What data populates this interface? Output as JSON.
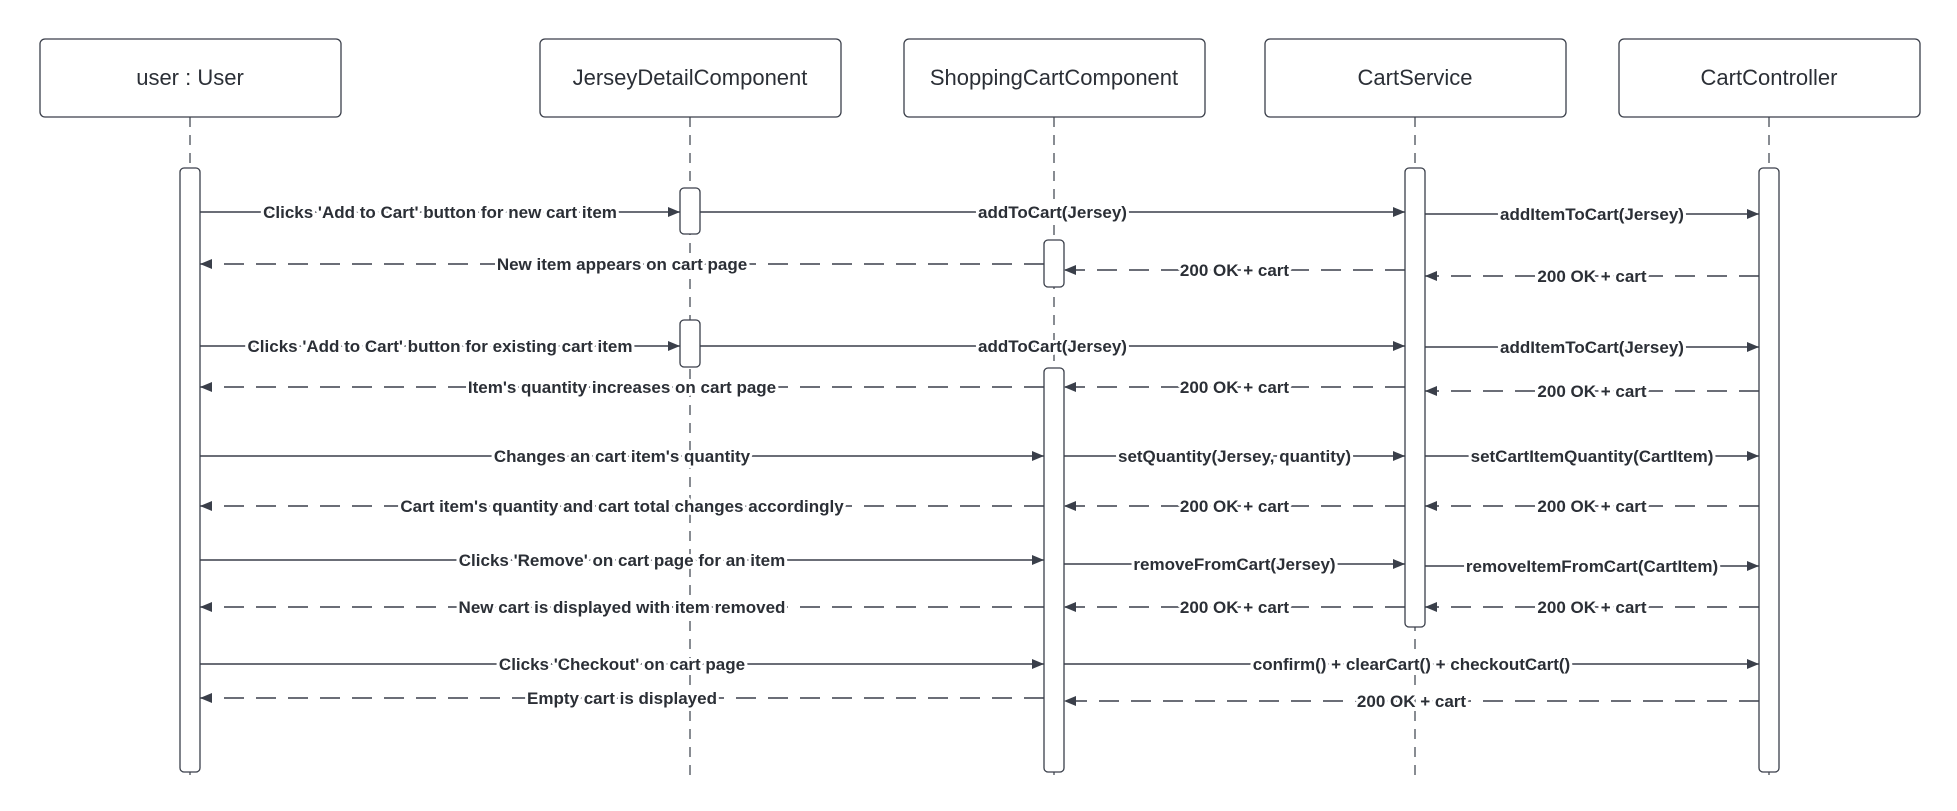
{
  "colors": {
    "line": "#3a3f4a",
    "text": "#2b2f36",
    "box_fill": "#ffffff",
    "background": "#ffffff"
  },
  "participants": [
    {
      "name": "user : User"
    },
    {
      "name": "JerseyDetailComponent"
    },
    {
      "name": "ShoppingCartComponent"
    },
    {
      "name": "CartService"
    },
    {
      "name": "CartController"
    }
  ],
  "messages": [
    {
      "from": 0,
      "to": 1,
      "label": "Clicks 'Add to Cart' button for new cart item",
      "kind": "call"
    },
    {
      "from": 1,
      "to": 3,
      "label": "addToCart(Jersey)",
      "kind": "call"
    },
    {
      "from": 3,
      "to": 4,
      "label": "addItemToCart(Jersey)",
      "kind": "call"
    },
    {
      "from": 4,
      "to": 3,
      "label": "200 OK + cart",
      "kind": "return"
    },
    {
      "from": 3,
      "to": 2,
      "label": "200 OK + cart",
      "kind": "return"
    },
    {
      "from": 2,
      "to": 0,
      "label": "New item appears on cart page",
      "kind": "return"
    },
    {
      "from": 0,
      "to": 1,
      "label": "Clicks 'Add to Cart' button for existing cart item",
      "kind": "call"
    },
    {
      "from": 1,
      "to": 3,
      "label": "addToCart(Jersey)",
      "kind": "call"
    },
    {
      "from": 3,
      "to": 4,
      "label": "addItemToCart(Jersey)",
      "kind": "call"
    },
    {
      "from": 4,
      "to": 3,
      "label": "200 OK + cart",
      "kind": "return"
    },
    {
      "from": 3,
      "to": 2,
      "label": "200 OK + cart",
      "kind": "return"
    },
    {
      "from": 2,
      "to": 0,
      "label": "Item's quantity increases on cart page",
      "kind": "return"
    },
    {
      "from": 0,
      "to": 2,
      "label": "Changes an cart item's quantity",
      "kind": "call"
    },
    {
      "from": 2,
      "to": 3,
      "label": "setQuantity(Jersey, quantity)",
      "kind": "call"
    },
    {
      "from": 3,
      "to": 4,
      "label": "setCartItemQuantity(CartItem)",
      "kind": "call"
    },
    {
      "from": 4,
      "to": 3,
      "label": "200 OK + cart",
      "kind": "return"
    },
    {
      "from": 3,
      "to": 2,
      "label": "200 OK + cart",
      "kind": "return"
    },
    {
      "from": 2,
      "to": 0,
      "label": "Cart item's quantity and cart total changes accordingly",
      "kind": "return"
    },
    {
      "from": 0,
      "to": 2,
      "label": "Clicks 'Remove' on cart page for an item",
      "kind": "call"
    },
    {
      "from": 2,
      "to": 3,
      "label": "removeFromCart(Jersey)",
      "kind": "call"
    },
    {
      "from": 3,
      "to": 4,
      "label": "removeItemFromCart(CartItem)",
      "kind": "call"
    },
    {
      "from": 4,
      "to": 3,
      "label": "200 OK + cart",
      "kind": "return"
    },
    {
      "from": 3,
      "to": 2,
      "label": "200 OK + cart",
      "kind": "return"
    },
    {
      "from": 2,
      "to": 0,
      "label": "New cart is displayed with item removed",
      "kind": "return"
    },
    {
      "from": 0,
      "to": 2,
      "label": "Clicks 'Checkout' on cart page",
      "kind": "call"
    },
    {
      "from": 2,
      "to": 4,
      "label": "confirm() + clearCart() + checkoutCart()",
      "kind": "call"
    },
    {
      "from": 4,
      "to": 2,
      "label": "200 OK + cart",
      "kind": "return"
    },
    {
      "from": 2,
      "to": 0,
      "label": "Empty cart is displayed",
      "kind": "return"
    }
  ]
}
